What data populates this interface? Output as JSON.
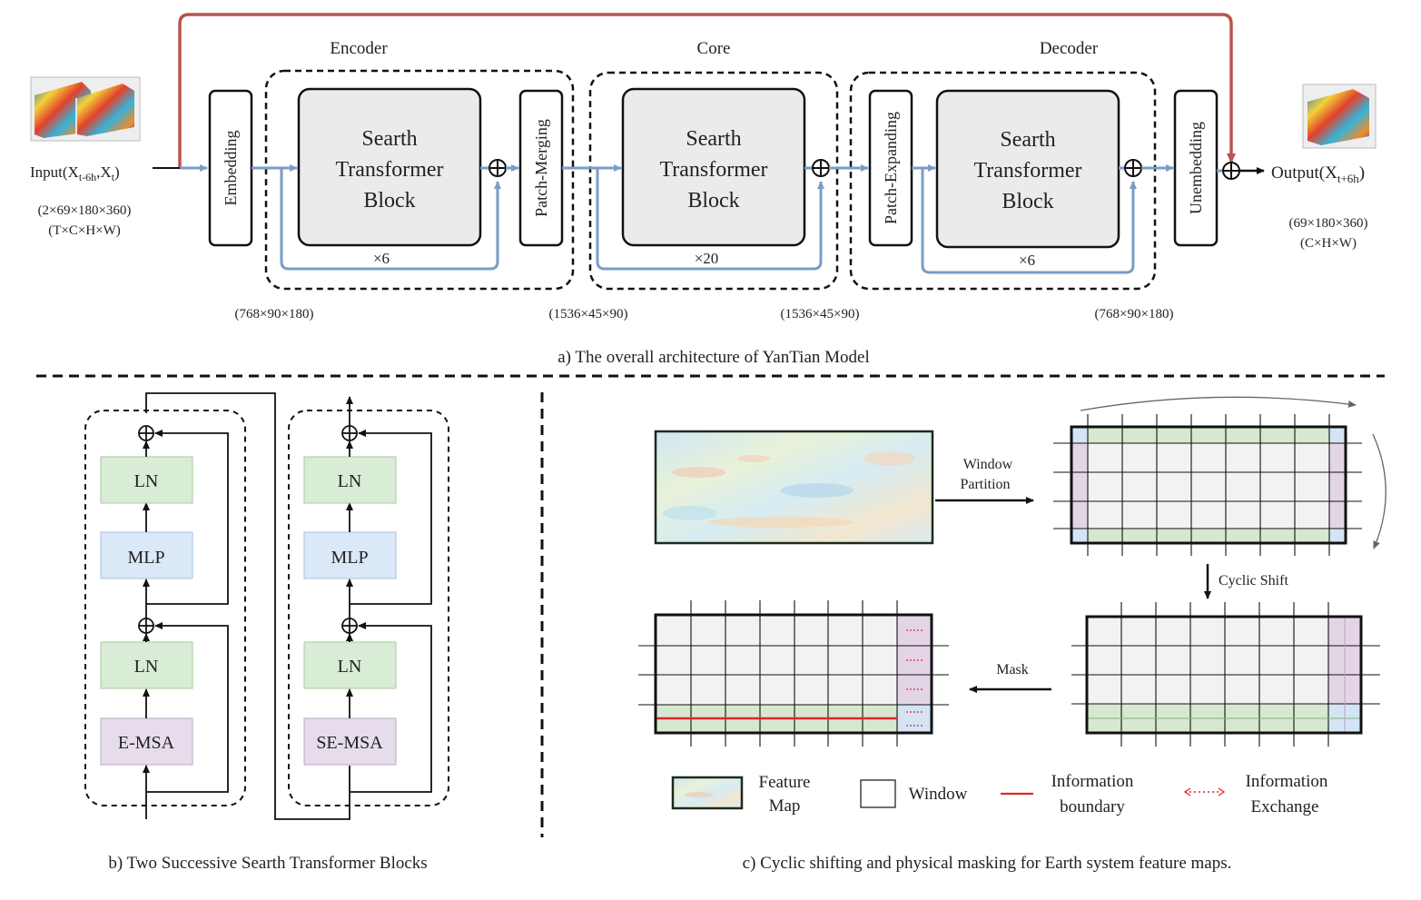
{
  "section_a": {
    "encoder_label": "Encoder",
    "core_label": "Core",
    "decoder_label": "Decoder",
    "input_label": "Input(X",
    "input_sub1": "t-6h",
    "input_mid": ",X",
    "input_sub2": "t",
    "input_close": ")",
    "input_shape": "(2×69×180×360)",
    "input_dims": "(T×C×H×W)",
    "output_label": "Output(X",
    "output_sub": "t+6h",
    "output_close": ")",
    "output_shape": "(69×180×360)",
    "output_dims": "(C×H×W)",
    "embedding": "Embedding",
    "patch_merging": "Patch-Merging",
    "patch_expanding": "Patch-Expanding",
    "unembedding": "Unembedding",
    "block_line1": "Searth",
    "block_line2": "Transformer",
    "block_line3": "Block",
    "enc_repeat": "×6",
    "core_repeat": "×20",
    "dec_repeat": "×6",
    "shape1": "(768×90×180)",
    "shape2": "(1536×45×90)",
    "shape3": "(1536×45×90)",
    "shape4": "(768×90×180)",
    "caption": "a) The overall architecture of YanTian Model"
  },
  "section_b": {
    "ln": "LN",
    "mlp": "MLP",
    "emsa": "E-MSA",
    "semsa": "SE-MSA",
    "caption": "b) Two Successive Searth Transformer Blocks"
  },
  "section_c": {
    "window_partition_1": "Window",
    "window_partition_2": "Partition",
    "cyclic_shift": "Cyclic Shift",
    "mask": "Mask",
    "legend_feature_1": "Feature",
    "legend_feature_2": "Map",
    "legend_window": "Window",
    "legend_info_boundary_1": "Information",
    "legend_info_boundary_2": "boundary",
    "legend_info_exchange_1": "Information",
    "legend_info_exchange_2": "Exchange",
    "caption": "c) Cyclic shifting and physical masking for Earth system feature maps."
  },
  "colors": {
    "blue_arrow": "#7a9cc8",
    "red_skip": "#b8544e",
    "block_fill": "#ebebeb",
    "ln_fill": "#d9ecd5",
    "mlp_fill": "#dbe8f8",
    "msa_fill": "#e6dcec",
    "green_band": "#d6e8cf",
    "purple_band": "#e3d5e6",
    "blue_cell": "#d4e4f5"
  }
}
